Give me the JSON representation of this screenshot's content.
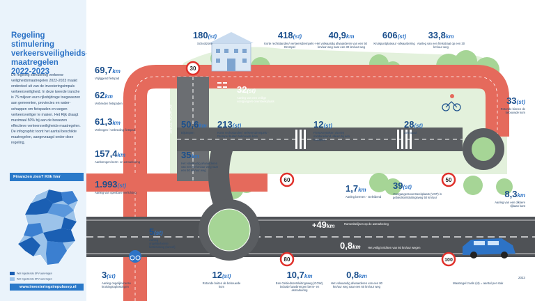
{
  "panel": {
    "title": "Regeling stimulering verkeersveiligheids-maatregelen 2022-2023",
    "intro": "De regeling stimulering verkeers-veiligheidsmaatregelen 2022-2023 maakt onderdeel uit van de investeringsimpuls verkeersveiligheid. In deze tweede tranche is 75 miljoen euro rijksbijdrage toegewezen aan gemeenten, provincies en water-schappen om fietspaden en wegen verkeersveiliger te maken. Het Rijk draagt maximaal 50% bij aan de bewezen effectieve verkeersveiligheids-maatregelen. De infographic toont het aantal beschikte maatregelen, aangevraagd onder deze regeling.",
    "financing_link": "Financien zien? Klik hier",
    "legend": [
      {
        "label": "Wel ingediende SPV aanvragen",
        "color": "#1b5fb3"
      },
      {
        "label": "Wel ingediende SPV aanvragen",
        "color": "#9cc3ea"
      }
    ],
    "url": "www.investeringsimpulssvp.nl"
  },
  "colors": {
    "accent": "#2d73c6",
    "navy": "#1b4f8c",
    "cycle_path": "#e56a5c",
    "cycle_path_light": "#f2a89d",
    "road": "#575a5e",
    "grass": "#cfe8c6",
    "tree": "#9fd08f",
    "panel_bg": "#eaf3fb"
  },
  "stats": {
    "s_69": {
      "num": "69,7",
      "unit": "km",
      "label": "Vrijliggend fietspad"
    },
    "s_62": {
      "num": "62",
      "unit": "km",
      "label": "Verbreden fietspaden"
    },
    "s_61": {
      "num": "61,3",
      "unit": "km",
      "label": "Verlengen / verbreding fietspad"
    },
    "s_157": {
      "num": "157,4",
      "unit": "km",
      "label": "Aanbrengen berm- en asmarkering"
    },
    "s_1993": {
      "num": "1.993",
      "unit": "(st)",
      "label": "Aanleg van openbare verlichting"
    },
    "s_3": {
      "num": "3",
      "unit": "(st)",
      "label": "Aanleg ongelijkvloerse kruisingsoplossingen"
    },
    "s_5": {
      "num": "5",
      "unit": "(st)",
      "label": "Aanleg ongelijkvloerse fietskruising (tunnel)"
    },
    "s_180": {
      "num": "180",
      "unit": "(st)",
      "label": "Schoolzone"
    },
    "s_418": {
      "num": "418",
      "unit": "(st)",
      "label": "Korte rechtstanden/ verkeersdrempels - Drempel"
    },
    "s_40": {
      "num": "40,9",
      "unit": "km",
      "label": "Het volwaardig afwaarderen van een 50 km/uur weg naar een 30 km/uur weg"
    },
    "s_606": {
      "num": "606",
      "unit": "(st)",
      "label": "Kruispuntplateau/ -afwaardering"
    },
    "s_33_8": {
      "num": "33,8",
      "unit": "km",
      "label": "Aanleg van een fietsstraat op een 30 km/uur weg"
    },
    "s_32": {
      "num": "32",
      "unit": "(st)",
      "label": "Aanleg van een veilige voetgangers-oversteekplaats"
    },
    "s_33": {
      "num": "33",
      "unit": "(st)",
      "label": "Rotonde binnen de bebouwde kom"
    },
    "s_50": {
      "num": "50,6",
      "unit": "km",
      "label": "Bijstrepen"
    },
    "s_213": {
      "num": "213",
      "unit": "(st)",
      "label": "Korte rechtstanden/ verkeersdrempels - Drempel buiten bebouwde kom"
    },
    "s_12a": {
      "num": "12",
      "unit": "(st)",
      "label": "Fietsoversteken via een middeneiland, alleen bij een kruispunt"
    },
    "s_28": {
      "num": "28",
      "unit": "(st)",
      "label": "Zebrapad"
    },
    "s_35": {
      "num": "35",
      "unit": "km",
      "label": "Het volwaardig afwaarderen van een 60 km/uur weg naar een 60 km/uur weg"
    },
    "s_1_7": {
      "num": "1,7",
      "unit": "km",
      "label": "Aanleg bermen - Geleidend"
    },
    "s_39": {
      "num": "39",
      "unit": "(st)",
      "label": "Voetgangersoversteekplaats (VOP) in gebiedsontsluitingsweg 50 km/uur"
    },
    "s_8_3": {
      "num": "8,3",
      "unit": "km",
      "label": "Aanleg van een dikkere rijbaan kant"
    },
    "s_49": {
      "num": "49",
      "unit": "km",
      "label": "Ramenbelijnen op de asmarkering"
    },
    "s_0_8a": {
      "num": "0,8",
      "unit": "km",
      "label": "Het veilig inrichten van 60 km/uur wegen"
    },
    "s_12b": {
      "num": "12",
      "unit": "(st)",
      "label": "Rotonde buiten de bebouwde kom"
    },
    "s_10": {
      "num": "10,7",
      "unit": "km",
      "label": "Een Gebiedsontsluitingsweg (GOW), inclusief aanbrengen berm- en asmarkering"
    },
    "s_0_8b": {
      "num": "0,8",
      "unit": "km",
      "label": "Het volwaardig afwaarderen van een 80 km/uur weg naar een 60 km/uur weg"
    }
  },
  "signs": [
    "30",
    "60",
    "50",
    "80",
    "100"
  ],
  "school_zone_text": "SCHOOLZONE",
  "footer": {
    "units": "Maatregel zoals",
    "per_piece": "(st) = aantal per stuk",
    "year": "2023"
  }
}
